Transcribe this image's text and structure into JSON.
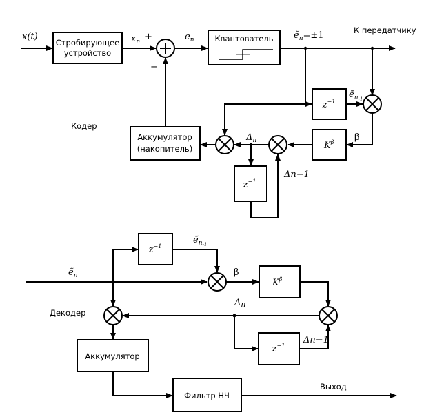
{
  "coder": {
    "input_label": "x(t)",
    "sampler": [
      "Стробирующее",
      "устройство"
    ],
    "xn_label": "xn",
    "plus_sign": "+",
    "minus_sign": "−",
    "en_label": "en",
    "quantizer": "Квантователь",
    "quant_out_label": "ẽn=±1",
    "to_transmitter": "К передатчику",
    "section_label": "Кодер",
    "accumulator": [
      "Аккумулятор",
      "(накопитель)"
    ],
    "delay": "z−1",
    "en_prev_label": "ẽn-1",
    "beta": "β",
    "k_beta": "Kβ",
    "delta_n": "Δn",
    "delta_n_1": "Δn−1"
  },
  "decoder": {
    "input_label": "ẽn",
    "section_label": "Декодер",
    "delay": "z−1",
    "en_prev_label": "ẽn-1",
    "beta": "β",
    "k_beta": "Kβ",
    "delta_n": "Δn",
    "delta_n_1": "Δn−1",
    "accumulator": "Аккумулятор",
    "lowpass": "Фильтр НЧ",
    "output_label": "Выход"
  }
}
